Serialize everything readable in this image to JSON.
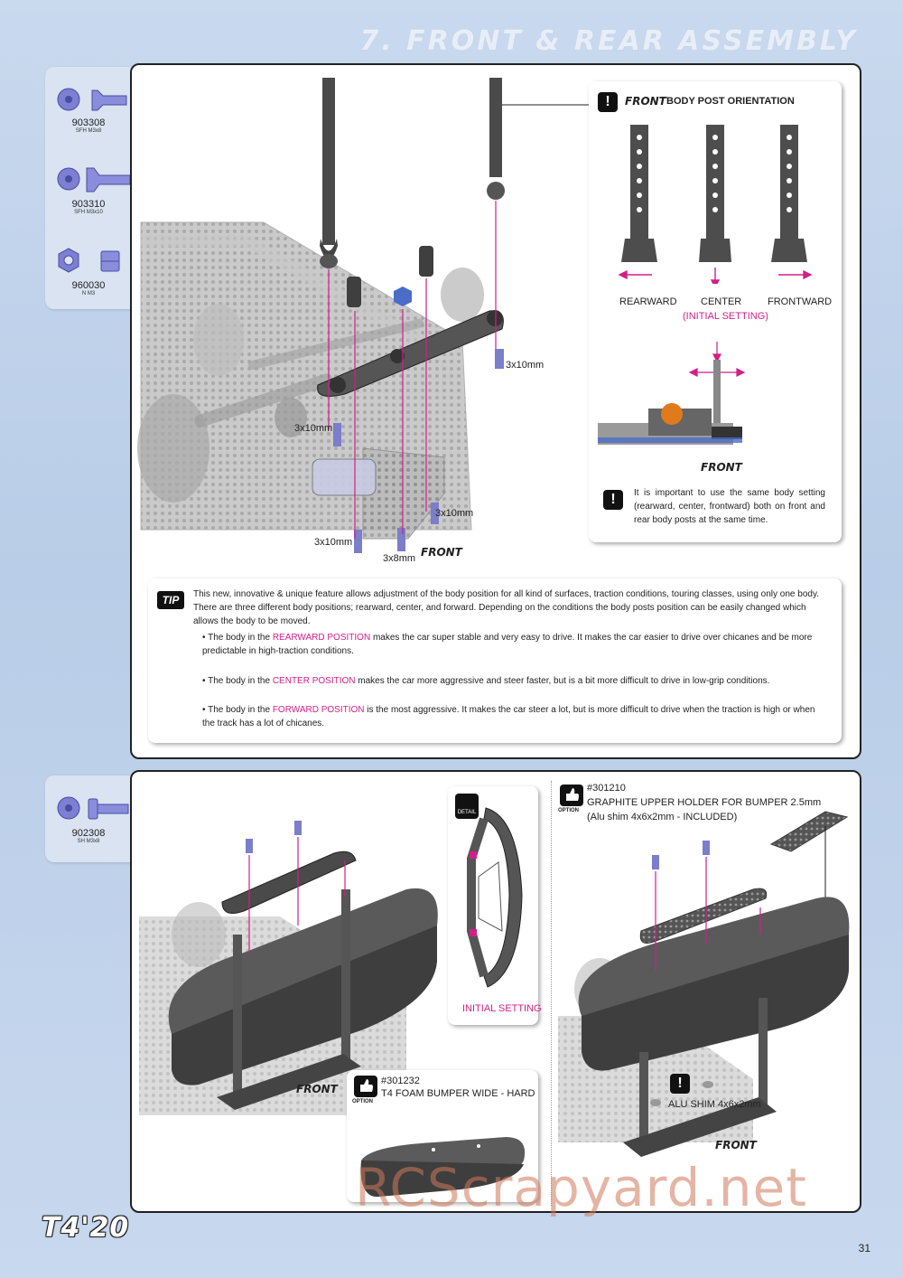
{
  "header": {
    "title": "7. FRONT & REAR ASSEMBLY"
  },
  "parts_top": [
    {
      "number": "903308",
      "desc": "SFH M3x8",
      "icon": "countersunk-screw-icon"
    },
    {
      "number": "903310",
      "desc": "SFH M3x10",
      "icon": "countersunk-screw-icon"
    },
    {
      "number": "960030",
      "desc": "N M3",
      "icon": "nut-icon"
    }
  ],
  "parts_bottom": [
    {
      "number": "902308",
      "desc": "SH M3x8",
      "icon": "socket-screw-icon"
    }
  ],
  "upper_panel": {
    "labels": {
      "screw_a": "3x10mm",
      "screw_b": "3x10mm",
      "screw_c": "3x10mm",
      "screw_d": "3x10mm",
      "screw_e": "3x8mm",
      "front": "FRONT"
    },
    "orientation": {
      "front_word": "FRONT",
      "title": "BODY POST ORIENTATION",
      "rearward": "REARWARD",
      "center": "CENTER",
      "initial": "(INITIAL SETTING)",
      "frontward": "FRONTWARD",
      "diagram_front": "FRONT",
      "note": "It is important to use the same body setting (rearward, center, frontward) both on front and rear body posts at the same time."
    },
    "tip": {
      "badge": "TIP",
      "intro": "This new, innovative & unique feature allows adjustment of the body position for all kind of surfaces, traction conditions, touring classes, using only one body. There are three different body positions; rearward, center, and forward. Depending on the conditions the body posts position can be easily changed which allows the body to be moved.",
      "b1_pre": "The body in the ",
      "b1_hl": "REARWARD POSITION",
      "b1_post": " makes the car super stable and very easy to drive. It makes the car easier to drive over chicanes and be more predictable in high-traction conditions.",
      "b2_pre": "The body in the ",
      "b2_hl": "CENTER POSITION",
      "b2_post": " makes the car more aggressive and steer faster, but is a bit more difficult to drive in low-grip conditions.",
      "b3_pre": "The body in the ",
      "b3_hl": "FORWARD POSITION",
      "b3_post": " is the most aggressive. It makes the car steer a lot, but is more difficult to drive when the traction is high or when the track has a lot of chicanes."
    }
  },
  "lower_panel": {
    "front_left": "FRONT",
    "detail_badge": "DETAIL",
    "initial_setting": "INITIAL SETTING",
    "option1": {
      "badge": "OPTION",
      "part": "#301232",
      "name": "T4 FOAM BUMPER WIDE - HARD"
    },
    "option2": {
      "badge": "OPTION",
      "part": "#301210",
      "line1": "GRAPHITE UPPER HOLDER FOR BUMPER 2.5mm",
      "line2": "(Alu shim 4x6x2mm - INCLUDED)"
    },
    "alu_shim": "ALU SHIM 4x6x2mm",
    "front_right": "FRONT"
  },
  "footer": {
    "logo": "T4'20",
    "page": "31",
    "watermark": "RCScrapyard.net"
  },
  "colors": {
    "accent": "#d21f87",
    "panel_bg": "#c9d9ee",
    "ink": "#222222"
  }
}
